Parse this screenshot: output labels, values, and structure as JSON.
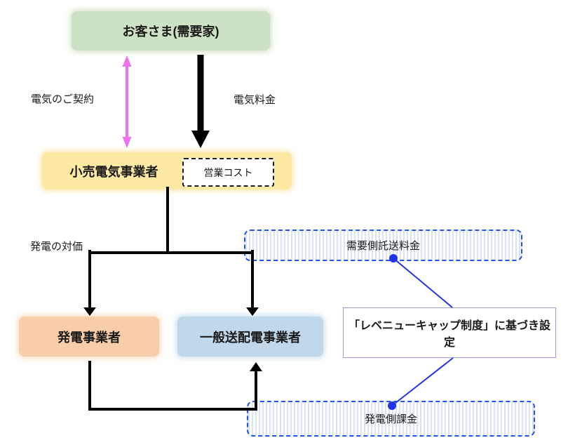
{
  "nodes": {
    "customer": {
      "label": "お客さま(需要家)"
    },
    "retailer": {
      "label": "小売電気事業者"
    },
    "sales_cost": {
      "label": "営業コスト"
    },
    "generator": {
      "label": "発電事業者"
    },
    "tso": {
      "label": "一般送配電事業者"
    },
    "demand_side_wheeling_charge": {
      "label": "需要側託送料金"
    },
    "generation_side_charge": {
      "label": "発電側課金"
    },
    "revenue_cap_note": {
      "label": "「レベニューキャップ制度」に基づき設定"
    }
  },
  "edges": {
    "contract": {
      "label": "電気のご契約"
    },
    "electricity_fee": {
      "label": "電気料金"
    },
    "generation_compensation": {
      "label": "発電の対価"
    }
  },
  "colors": {
    "customer_fill": "#cde1c4",
    "retailer_fill": "#fce9a4",
    "generator_fill": "#f8cdaa",
    "tso_fill": "#c0d8ea",
    "charge_box_border": "#2553e9",
    "charge_box_stripe": "#d9e4f4",
    "connector_line": "#2233ee",
    "contract_arrow": "#ee72ee",
    "flow_arrow": "#000000",
    "note_border": "#9a9ae6"
  }
}
